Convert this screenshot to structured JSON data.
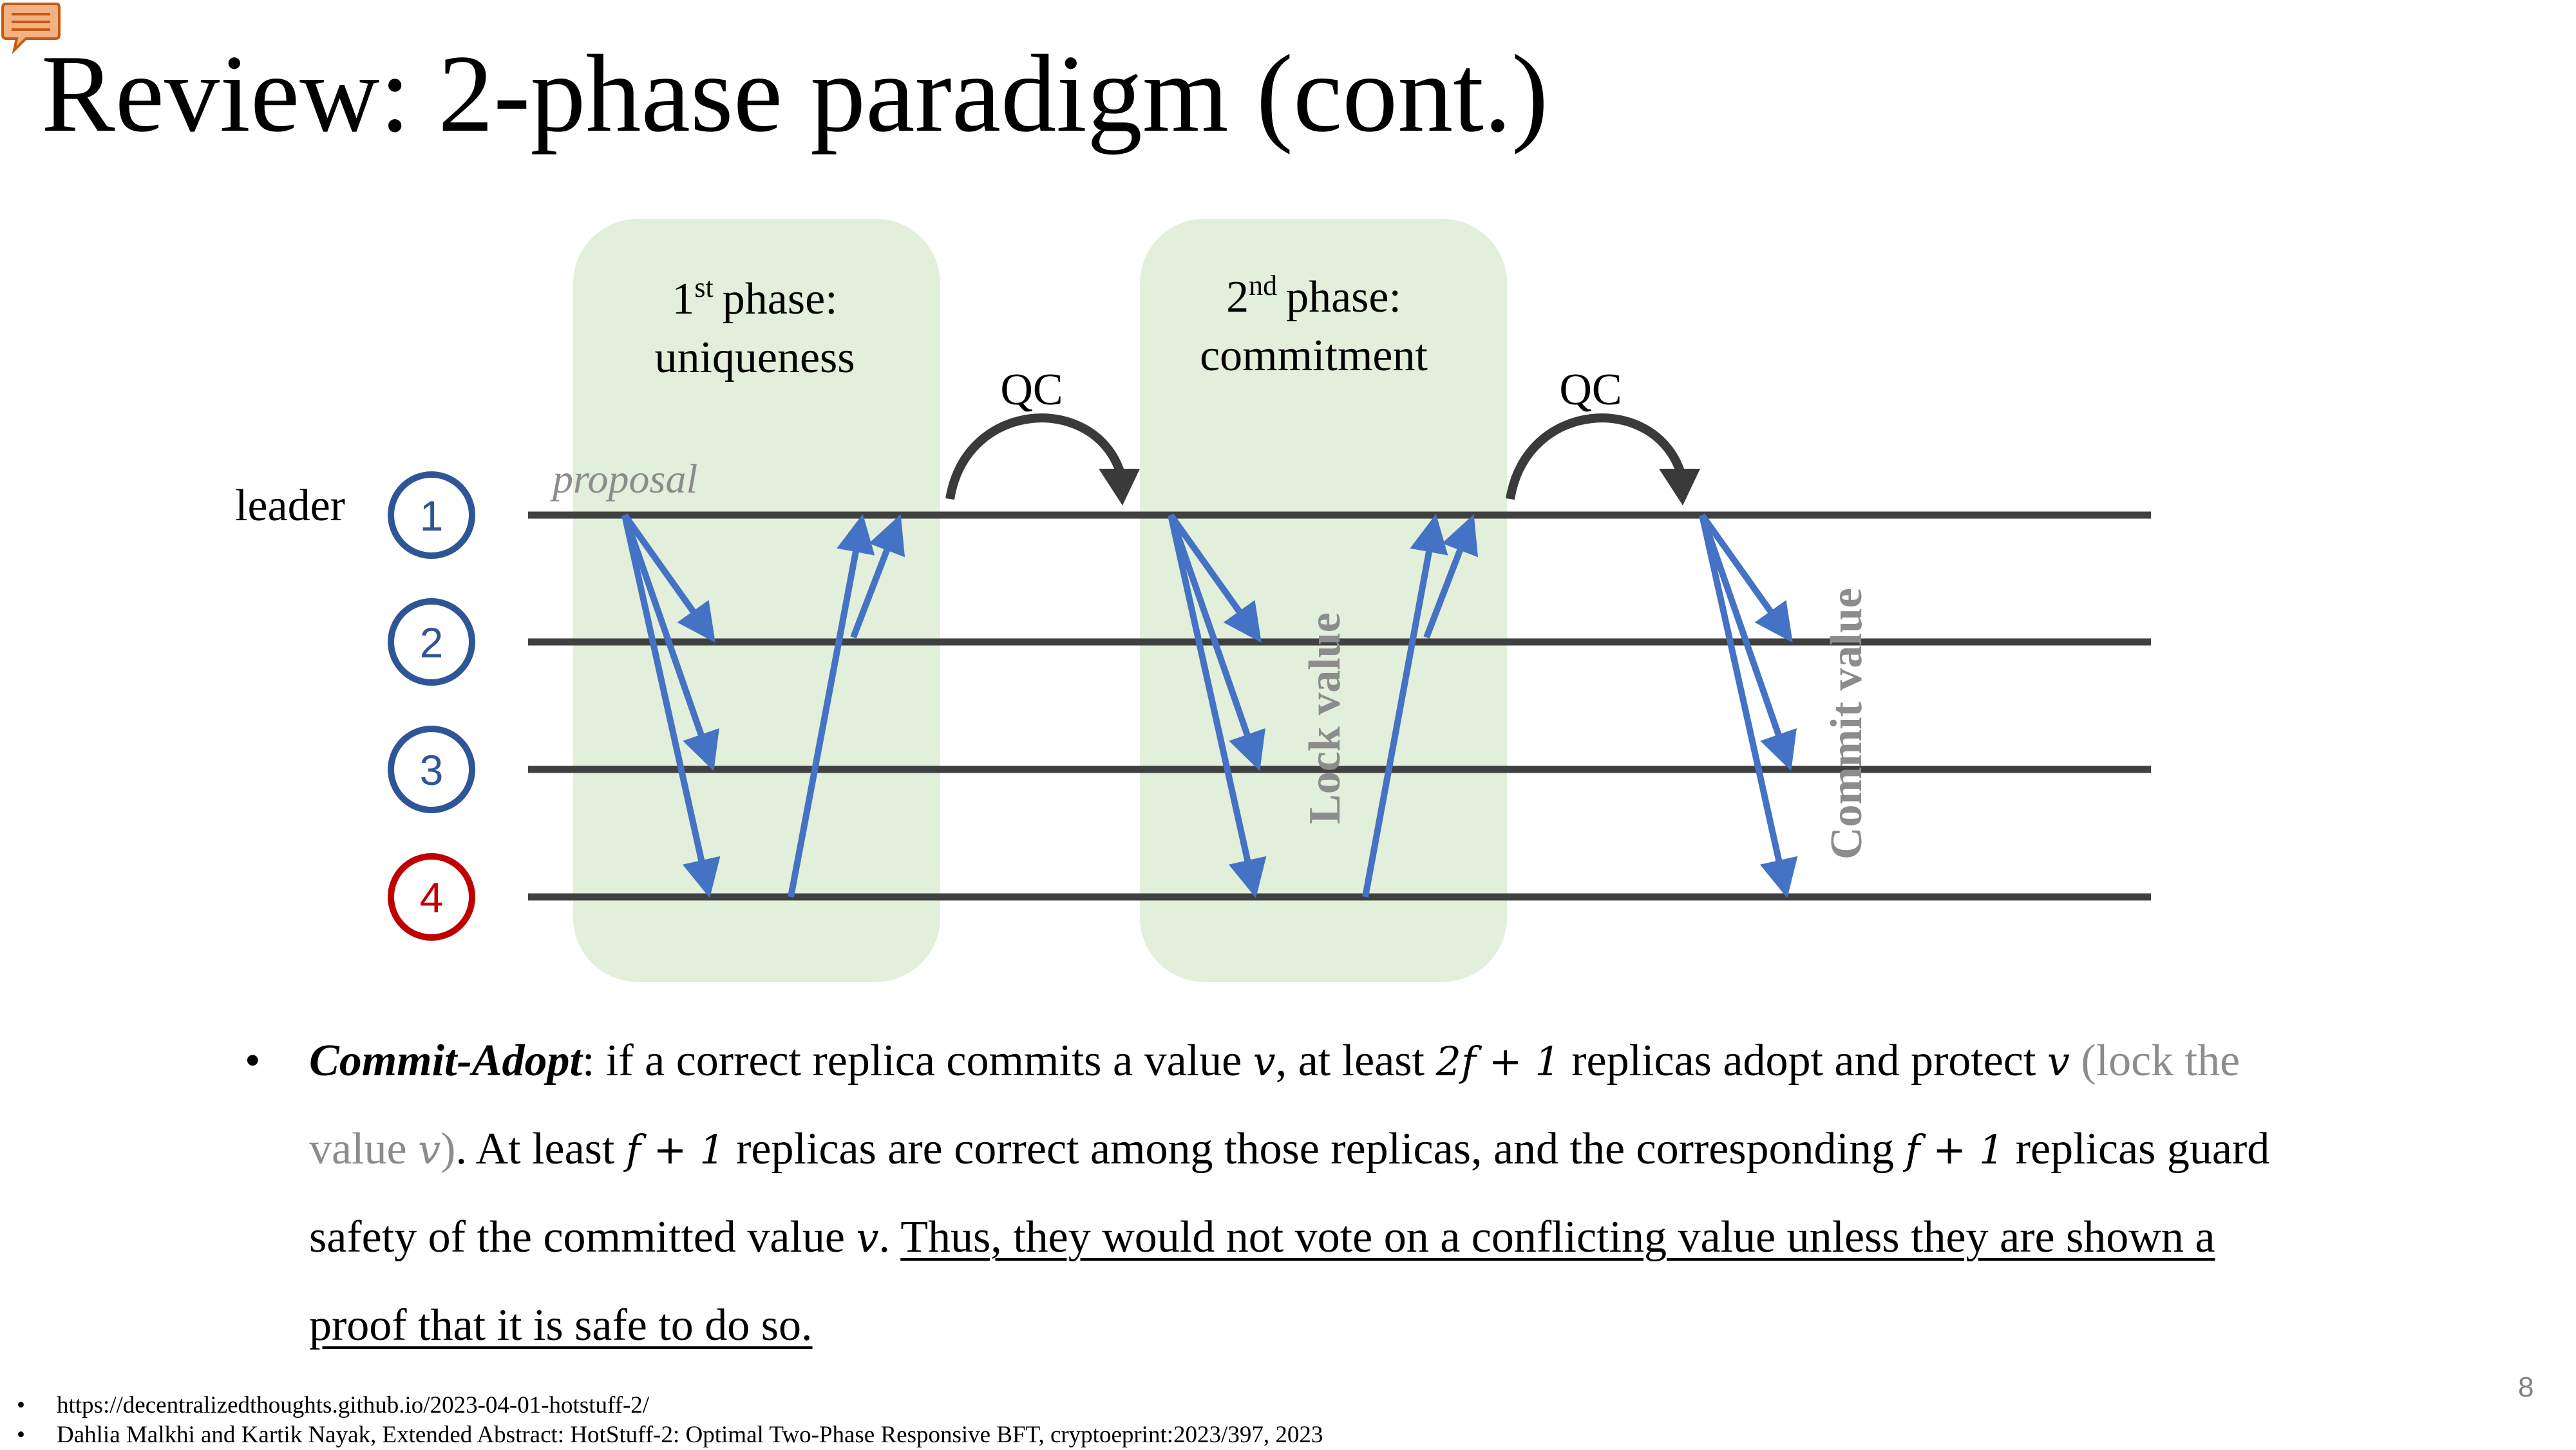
{
  "slide": {
    "title": "Review: 2-phase paradigm (cont.)",
    "page_number": "8"
  },
  "diagram": {
    "phases": [
      {
        "number": "1",
        "superscript": "st",
        "label": "phase:",
        "subtitle": "uniqueness"
      },
      {
        "number": "2",
        "superscript": "nd",
        "label": "phase:",
        "subtitle": "commitment"
      }
    ],
    "qc_labels": [
      "QC",
      "QC"
    ],
    "leader_label": "leader",
    "proposal_label": "proposal",
    "replicas": [
      "1",
      "2",
      "3",
      "4"
    ],
    "lock_label": "Lock value",
    "commit_label": "Commit value",
    "colors": {
      "phase_bg": "#e2efda",
      "arrow": "#4472c4",
      "line": "#404040",
      "replica_ok": "#2f5597",
      "replica_faulty": "#c00000",
      "gray_text": "#8c8c8c"
    }
  },
  "bullet": {
    "term": "Commit-Adopt",
    "p1": ": if a correct replica commits a value ",
    "v": "v",
    "p2": ", at least ",
    "two_f_plus_one": "2f + 1",
    "p3": " replicas adopt and protect ",
    "lock_text": "(lock the value ",
    "lock_close": ")",
    "p4": ".  At least ",
    "f_plus_one": "f + 1",
    "p5": " replicas are correct among those replicas, and the corresponding ",
    "p6": " replicas guard safety of the committed value ",
    "p7": ". ",
    "underlined": "Thus, they would not vote on a conflicting value unless they are shown a proof that it is safe to do so."
  },
  "references": [
    "https://decentralizedthoughts.github.io/2023-04-01-hotstuff-2/",
    "Dahlia Malkhi and Kartik Nayak, Extended Abstract: HotStuff-2: Optimal Two-Phase Responsive BFT, cryptoeprint:2023/397, 2023"
  ]
}
